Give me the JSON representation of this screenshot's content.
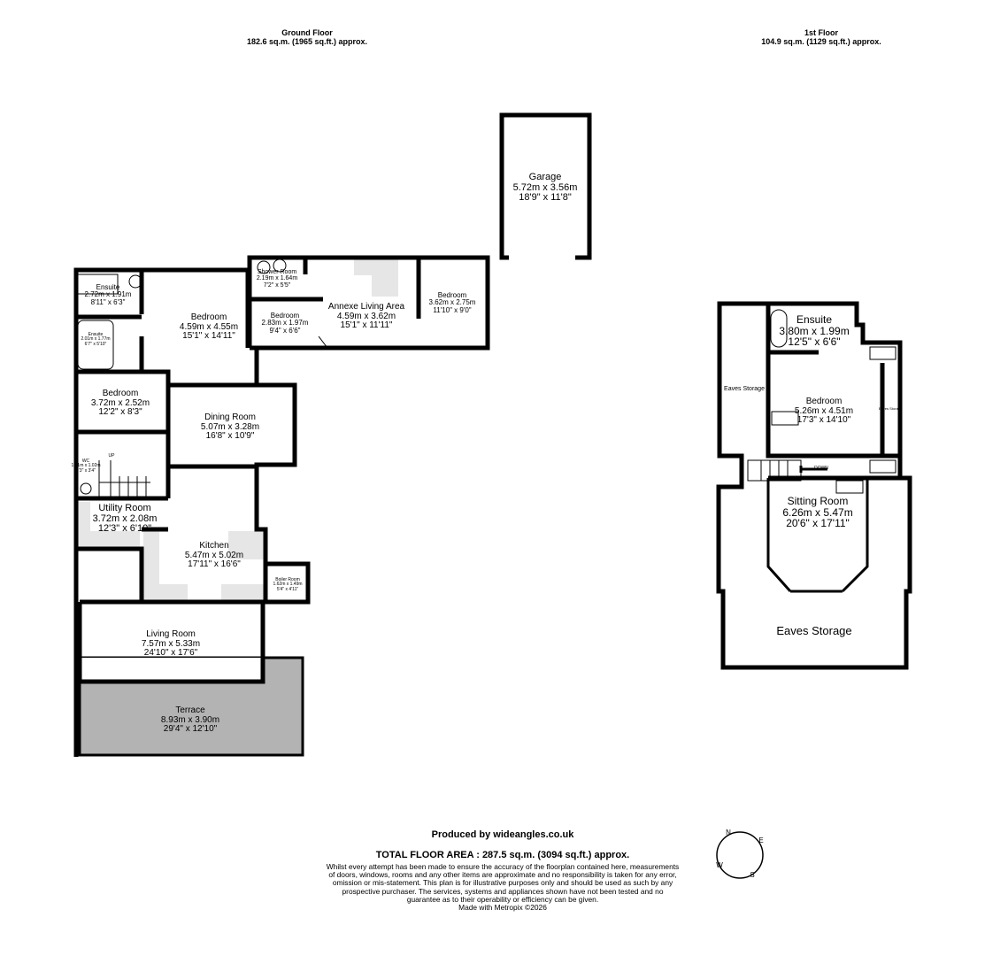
{
  "ground_floor": {
    "title": "Ground Floor",
    "area": "182.6 sq.m. (1965 sq.ft.) approx.",
    "rooms": [
      {
        "name": "Garage",
        "metric": "5.72m  x 3.56m",
        "imperial": "18'9\"  x 11'8\""
      },
      {
        "name": "Ensuite",
        "metric": "2.72m  x 1.91m",
        "imperial": "8'11\"  x 6'3\""
      },
      {
        "name": "Bedroom",
        "metric": "4.59m  x 4.55m",
        "imperial": "15'1\"  x 14'11\""
      },
      {
        "name": "Shower Room",
        "metric": "2.19m  x 1.64m",
        "imperial": "7'2\"  x 5'5\""
      },
      {
        "name": "Bedroom",
        "metric": "2.83m  x 1.97m",
        "imperial": "9'4\"  x 6'6\""
      },
      {
        "name": "Annexe Living Area",
        "metric": "4.59m  x 3.62m",
        "imperial": "15'1\"  x 11'11\""
      },
      {
        "name": "Bedroom",
        "metric": "3.62m  x 2.75m",
        "imperial": "11'10\"  x 9'0\""
      },
      {
        "name": "Ensuite",
        "metric": "2.01m x 1.77m",
        "imperial": "6'7\" x 5'10\""
      },
      {
        "name": "Bedroom",
        "metric": "3.72m  x 2.52m",
        "imperial": "12'2\"  x 8'3\""
      },
      {
        "name": "Dining Room",
        "metric": "5.07m  x 3.28m",
        "imperial": "16'8\"  x 10'9\""
      },
      {
        "name": "WC",
        "metric": "1.61m x 1.02m",
        "imperial": "5'3\" x 3'4\""
      },
      {
        "name": "Utility Room",
        "metric": "3.72m  x 2.08m",
        "imperial": "12'3\"  x 6'10\""
      },
      {
        "name": "Kitchen",
        "metric": "5.47m  x 5.02m",
        "imperial": "17'11\"  x 16'6\""
      },
      {
        "name": "Boiler Room",
        "metric": "1.62m  x 1.49m",
        "imperial": "5'4\"  x 4'11\""
      },
      {
        "name": "Living Room",
        "metric": "7.57m  x 5.33m",
        "imperial": "24'10\"  x 17'6\""
      },
      {
        "name": "Terrace",
        "metric": "8.93m  x 3.90m",
        "imperial": "29'4\"  x 12'10\""
      }
    ],
    "stairs_label": "UP"
  },
  "first_floor": {
    "title": "1st Floor",
    "area": "104.9 sq.m. (1129 sq.ft.) approx.",
    "rooms": [
      {
        "name": "Ensuite",
        "metric": "3.80m  x 1.99m",
        "imperial": "12'5\"  x 6'6\""
      },
      {
        "name": "Eaves Storage"
      },
      {
        "name": "Bedroom",
        "metric": "5.26m  x 4.51m",
        "imperial": "17'3\"  x 14'10\""
      },
      {
        "name": "Eaves Storage"
      },
      {
        "name": "Sitting Room",
        "metric": "6.26m  x 5.47m",
        "imperial": "20'6\"  x 17'11\""
      },
      {
        "name": "Eaves Storage"
      }
    ],
    "stairs_label": "DOWN"
  },
  "footer": {
    "produced": "Produced by wideangles.co.uk",
    "total": "TOTAL FLOOR AREA : 287.5 sq.m. (3094 sq.ft.) approx.",
    "disclaimer": "Whilst every attempt has been made to ensure the accuracy of the floorplan contained here, measurements of doors, windows, rooms and any other items are approximate and no responsibility is taken for any error, omission or mis-statement. This plan is for illustrative purposes only and should be used as such by any prospective purchaser. The services, systems and appliances shown have not been tested and no guarantee as to their operability or efficiency can be given.",
    "made_with": "Made with Metropix ©2026"
  },
  "compass": {
    "icon": "compass-rose-icon",
    "n": "N",
    "e": "E",
    "s": "S",
    "w": "W"
  },
  "colors": {
    "wall": "#000000",
    "terrace": "#b3b3b3",
    "fixture": "#e6e6e6"
  }
}
